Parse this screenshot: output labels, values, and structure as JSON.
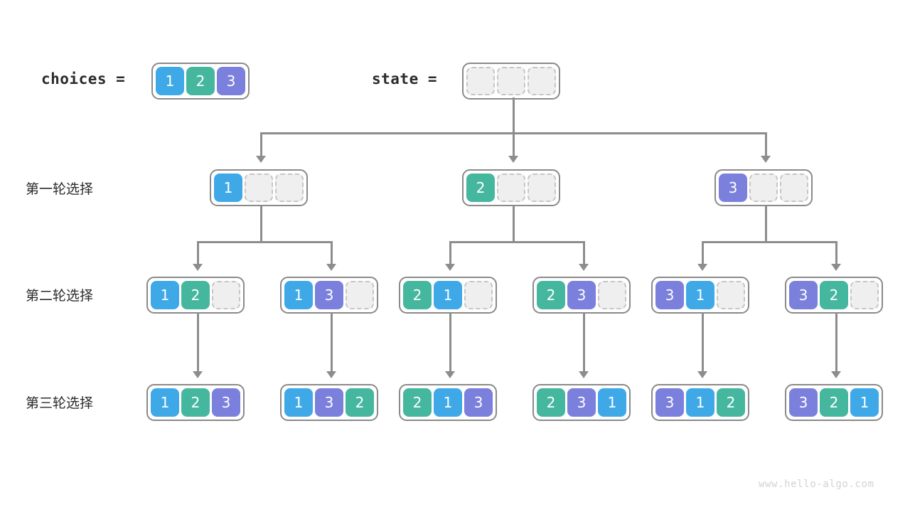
{
  "watermark": "www.hello-algo.com",
  "palette": {
    "value_1": "#3fa9e8",
    "value_2": "#46b79f",
    "value_3": "#7b80dd",
    "empty_fill": "#efefef",
    "empty_border": "#c6c6c6",
    "container_border": "#8a8a8a",
    "connector": "#8d8d8d",
    "text": "#2b2b2b",
    "watermark": "#d2d2d2"
  },
  "header": {
    "choices_label": "choices =",
    "state_label": "state =",
    "choices_values": [
      "1",
      "2",
      "3"
    ],
    "state_values": [
      "",
      "",
      ""
    ]
  },
  "rows": [
    {
      "label": "第一轮选择",
      "nodes": [
        {
          "values": [
            "1",
            "",
            ""
          ]
        },
        {
          "values": [
            "2",
            "",
            ""
          ]
        },
        {
          "values": [
            "3",
            "",
            ""
          ]
        }
      ]
    },
    {
      "label": "第二轮选择",
      "nodes": [
        {
          "values": [
            "1",
            "2",
            ""
          ]
        },
        {
          "values": [
            "1",
            "3",
            ""
          ]
        },
        {
          "values": [
            "2",
            "1",
            ""
          ]
        },
        {
          "values": [
            "2",
            "3",
            ""
          ]
        },
        {
          "values": [
            "3",
            "1",
            ""
          ]
        },
        {
          "values": [
            "3",
            "2",
            ""
          ]
        }
      ]
    },
    {
      "label": "第三轮选择",
      "nodes": [
        {
          "values": [
            "1",
            "2",
            "3"
          ]
        },
        {
          "values": [
            "1",
            "3",
            "2"
          ]
        },
        {
          "values": [
            "2",
            "1",
            "3"
          ]
        },
        {
          "values": [
            "2",
            "3",
            "1"
          ]
        },
        {
          "values": [
            "3",
            "1",
            "2"
          ]
        },
        {
          "values": [
            "3",
            "2",
            "1"
          ]
        }
      ]
    }
  ]
}
